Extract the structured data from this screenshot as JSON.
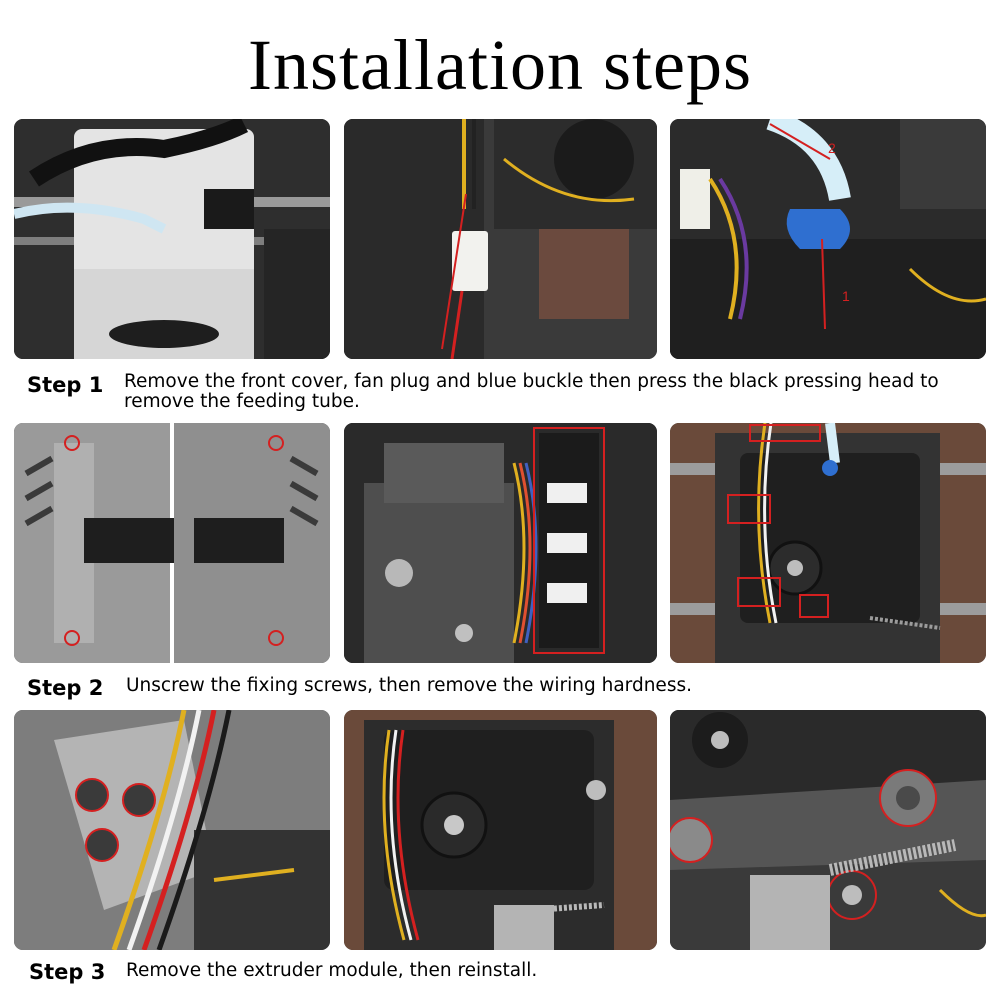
{
  "title": "Installation steps",
  "steps": [
    {
      "label": "Step 1",
      "description": "Remove the front cover, fan plug and blue buckle then press the black pressing head to remove the feeding tube.",
      "photo_annotations": [
        "2",
        "1"
      ]
    },
    {
      "label": "Step 2",
      "description": "Unscrew the fixing screws, then remove the wiring hardness."
    },
    {
      "label": "Step 3",
      "description": "Remove the extruder module, then reinstall."
    }
  ],
  "colors": {
    "annotation_red": "#d42020",
    "buckle_blue": "#2f6fd0",
    "photo_dark": "#2b2b2b"
  }
}
